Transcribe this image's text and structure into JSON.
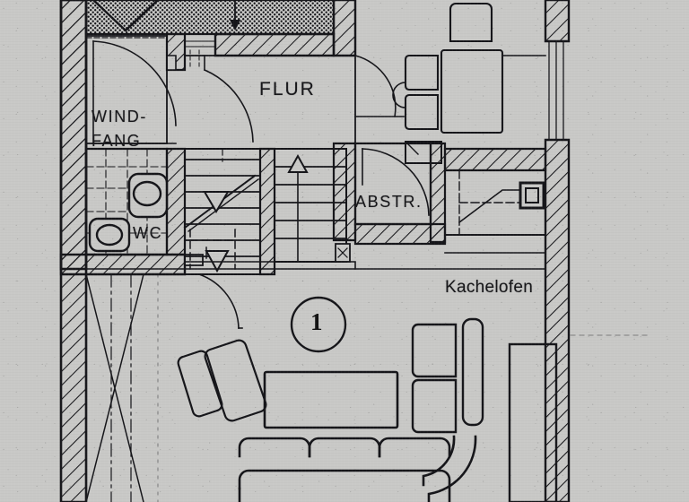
{
  "document": {
    "type": "architectural-floor-plan",
    "style": "scanned blueprint photocopy",
    "background_color": "#c9c9c7",
    "ink_color": "#16161a"
  },
  "labels": {
    "windfang_line1": "WIND-",
    "windfang_line2": "FANG",
    "wc": "WC",
    "flur": "FLUR",
    "abstr": "ABSTR.",
    "kachelofen": "Kachelofen",
    "room_number": "1"
  },
  "rooms": [
    {
      "name": "WIND-FANG",
      "label": "WIND-\nFANG",
      "kind": "entrance-vestibule"
    },
    {
      "name": "WC",
      "label": "WC",
      "kind": "toilet",
      "fixtures": [
        "toilet",
        "wash-basin"
      ]
    },
    {
      "name": "FLUR",
      "label": "FLUR",
      "kind": "hallway",
      "features": [
        "staircase"
      ]
    },
    {
      "name": "ABSTR.",
      "label": "ABSTR.",
      "kind": "storage-closet"
    },
    {
      "name": "1",
      "label": "1",
      "kind": "living-room",
      "features": [
        "Kachelofen",
        "sofa",
        "coffee-table",
        "armchairs",
        "shelving"
      ]
    }
  ],
  "annotations": {
    "kachelofen": "Kachelofen",
    "room_marker": "1"
  },
  "furniture": [
    {
      "name": "dining-table",
      "zone": "upper-right"
    },
    {
      "name": "dining-chair",
      "zone": "upper-right",
      "count": 4
    },
    {
      "name": "tiled-stove",
      "zone": "right",
      "label": "Kachelofen"
    },
    {
      "name": "coffee-table",
      "zone": "lower-center"
    },
    {
      "name": "sofa-three-seat",
      "zone": "bottom-center"
    },
    {
      "name": "armchair",
      "zone": "lower-left",
      "count": 1
    },
    {
      "name": "sideboard",
      "zone": "lower-right"
    },
    {
      "name": "shelf-unit",
      "zone": "lower-right",
      "count": 3
    }
  ],
  "symbols": {
    "stair_up_arrow": "▲",
    "stair_down_arrow": "▼",
    "door_swing": "quarter-arc"
  }
}
